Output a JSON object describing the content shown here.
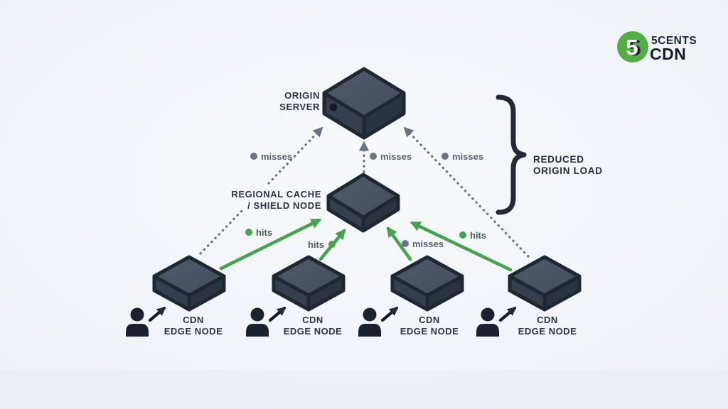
{
  "logo": {
    "badge": "5",
    "name_top": "5CENTS",
    "name_bottom": "CDN"
  },
  "origin": {
    "line1": "ORIGIN",
    "line2": "SERVER"
  },
  "regional": {
    "line1": "REGIONAL CACHE",
    "line2": "/ SHIELD NODE"
  },
  "edges": [
    {
      "line1": "CDN",
      "line2": "EDGE NODE"
    },
    {
      "line1": "CDN",
      "line2": "EDGE NODE"
    },
    {
      "line1": "CDN",
      "line2": "EDGE NODE"
    },
    {
      "line1": "CDN",
      "line2": "EDGE NODE"
    }
  ],
  "flows": {
    "misses": {
      "left": "misses",
      "center": "misses",
      "right": "misses",
      "edge3": "misses"
    },
    "hits": {
      "edge1": "hits",
      "edge2": "hits",
      "edge4": "hits"
    }
  },
  "brace": {
    "line1": "REDUCED",
    "line2": "ORIGIN LOAD"
  },
  "colors": {
    "background": "#eff2f8",
    "node_top": "#4a5464",
    "node_side_left": "#353f4d",
    "node_side_right": "#2a3341",
    "node_outline": "#1f2733",
    "hit_green": "#44a34c",
    "miss_gray": "#6b7480",
    "hit_text": "#4e5e50",
    "miss_text": "#5b6472",
    "ink": "#222a38",
    "logo_green": "#52ae43",
    "logo_ink": "#1b2433"
  }
}
